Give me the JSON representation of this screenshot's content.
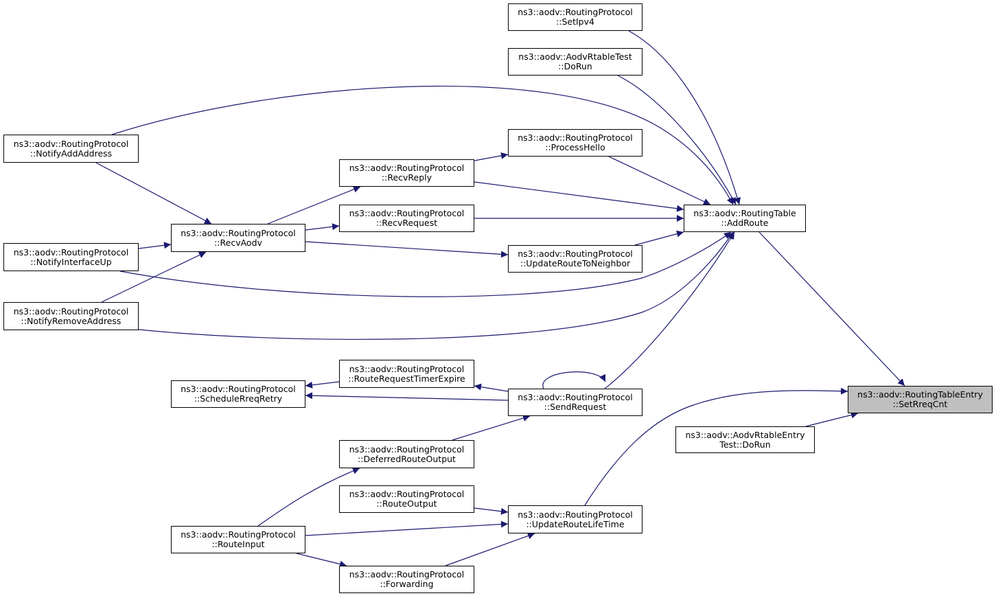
{
  "colors": {
    "edge": "#191970",
    "node_border": "#000000",
    "node_fill": "#ffffff",
    "highlight_fill": "#bfbfbf"
  },
  "nodes": {
    "setipv4": {
      "line1": "ns3::aodv::RoutingProtocol",
      "line2": "::SetIpv4"
    },
    "rtable_test_dorun": {
      "line1": "ns3::aodv::AodvRtableTest",
      "line2": "::DoRun"
    },
    "process_hello": {
      "line1": "ns3::aodv::RoutingProtocol",
      "line2": "::ProcessHello"
    },
    "notify_add_address": {
      "line1": "ns3::aodv::RoutingProtocol",
      "line2": "::NotifyAddAddress"
    },
    "recv_reply": {
      "line1": "ns3::aodv::RoutingProtocol",
      "line2": "::RecvReply"
    },
    "recv_request": {
      "line1": "ns3::aodv::RoutingProtocol",
      "line2": "::RecvRequest"
    },
    "add_route": {
      "line1": "ns3::aodv::RoutingTable",
      "line2": "::AddRoute"
    },
    "recv_aodv": {
      "line1": "ns3::aodv::RoutingProtocol",
      "line2": "::RecvAodv"
    },
    "notify_interface_up": {
      "line1": "ns3::aodv::RoutingProtocol",
      "line2": "::NotifyInterfaceUp"
    },
    "update_route_to_neighbor": {
      "line1": "ns3::aodv::RoutingProtocol",
      "line2": "::UpdateRouteToNeighbor"
    },
    "notify_remove_address": {
      "line1": "ns3::aodv::RoutingProtocol",
      "line2": "::NotifyRemoveAddress"
    },
    "route_request_timer_expire": {
      "line1": "ns3::aodv::RoutingProtocol",
      "line2": "::RouteRequestTimerExpire"
    },
    "schedule_rreq_retry": {
      "line1": "ns3::aodv::RoutingProtocol",
      "line2": "::ScheduleRreqRetry"
    },
    "send_request": {
      "line1": "ns3::aodv::RoutingProtocol",
      "line2": "::SendRequest"
    },
    "set_rreq_cnt": {
      "line1": "ns3::aodv::RoutingTableEntry",
      "line2": "::SetRreqCnt"
    },
    "rtable_entry_test_dorun": {
      "line1": "ns3::aodv::AodvRtableEntry",
      "line2": "Test::DoRun"
    },
    "deferred_route_output": {
      "line1": "ns3::aodv::RoutingProtocol",
      "line2": "::DeferredRouteOutput"
    },
    "route_output": {
      "line1": "ns3::aodv::RoutingProtocol",
      "line2": "::RouteOutput"
    },
    "update_route_life_time": {
      "line1": "ns3::aodv::RoutingProtocol",
      "line2": "::UpdateRouteLifeTime"
    },
    "route_input": {
      "line1": "ns3::aodv::RoutingProtocol",
      "line2": "::RouteInput"
    },
    "forwarding": {
      "line1": "ns3::aodv::RoutingProtocol",
      "line2": "::Forwarding"
    }
  }
}
